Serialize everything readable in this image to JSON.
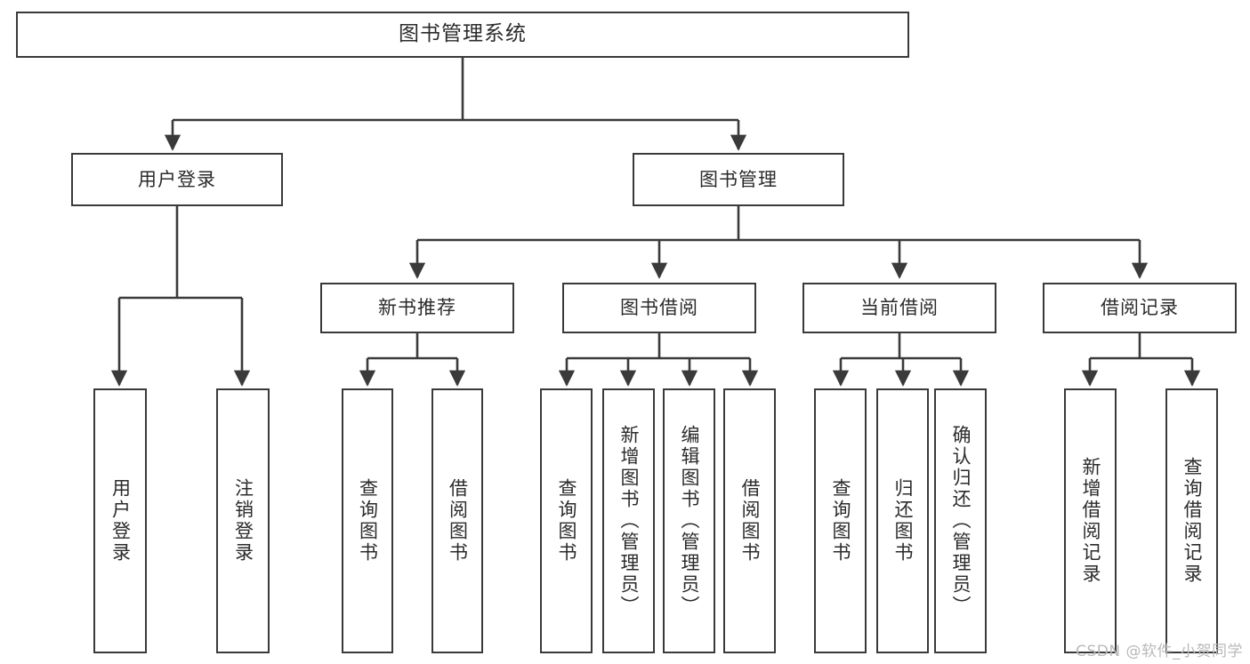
{
  "diagram": {
    "title": "图书管理系统",
    "type": "tree-hierarchy",
    "watermark": "CSDN @软件_小贺同学",
    "colors": {
      "box_stroke": "#3a3a3a",
      "connector": "#3a3a3a",
      "text": "#2b2b2b",
      "background": "#ffffff",
      "watermark": "#b9b9b9"
    },
    "root": {
      "label": "图书管理系统"
    },
    "level1": [
      {
        "label": "用户登录"
      },
      {
        "label": "图书管理"
      }
    ],
    "level2": [
      {
        "label": "新书推荐"
      },
      {
        "label": "图书借阅"
      },
      {
        "label": "当前借阅"
      },
      {
        "label": "借阅记录"
      }
    ],
    "leaves": {
      "user_login": [
        {
          "label": "用户登录"
        },
        {
          "label": "注销登录"
        }
      ],
      "new_book_recommend": [
        {
          "label": "查询图书"
        },
        {
          "label": "借阅图书"
        }
      ],
      "book_borrow": [
        {
          "label": "查询图书"
        },
        {
          "label": "新增图书（管理员）"
        },
        {
          "label": "编辑图书（管理员）"
        },
        {
          "label": "借阅图书"
        }
      ],
      "current_borrow": [
        {
          "label": "查询图书"
        },
        {
          "label": "归还图书"
        },
        {
          "label": "确认归还（管理员）"
        }
      ],
      "borrow_record": [
        {
          "label": "新增借阅记录"
        },
        {
          "label": "查询借阅记录"
        }
      ]
    }
  }
}
